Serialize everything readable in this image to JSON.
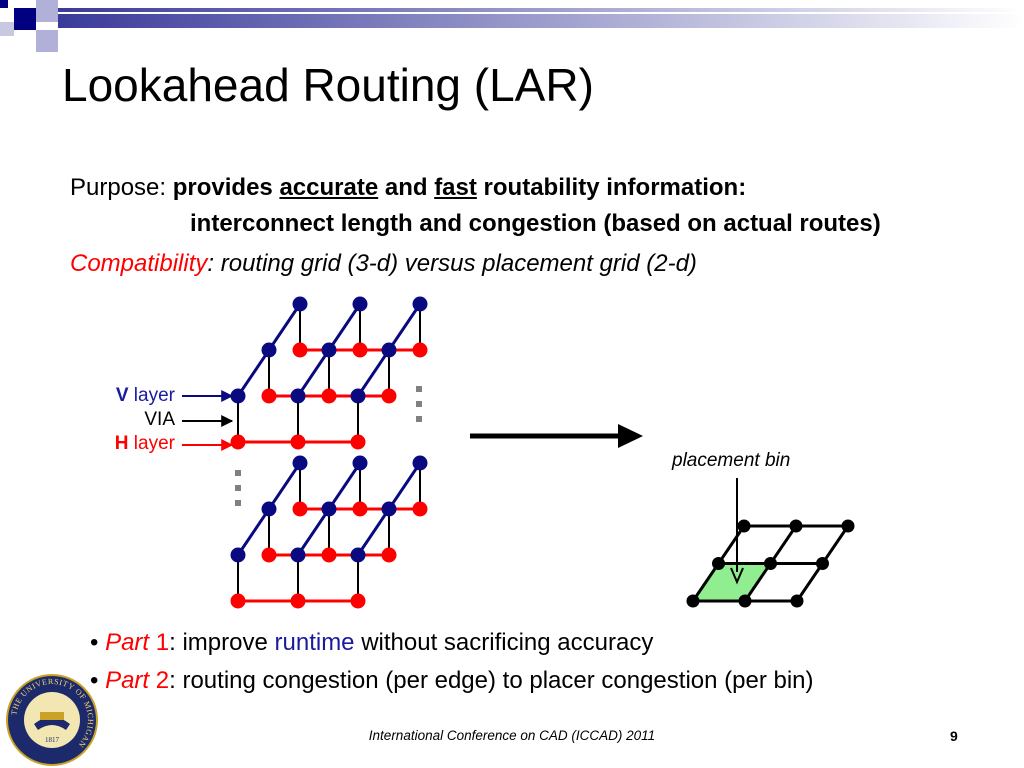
{
  "slide": {
    "title": "Lookahead Routing (LAR)",
    "purpose": {
      "label": "Purpose: ",
      "text_a": "provides ",
      "accurate": "accurate",
      "text_b": " and ",
      "fast": "fast",
      "text_c": " routability information:",
      "line2": "interconnect length and congestion (based on actual routes)"
    },
    "compatibility": {
      "label": "Compatibility",
      "text": ": routing grid (3-d) versus placement grid (2-d)"
    },
    "diagram": {
      "v_layer_letter": "V",
      "v_layer_word": " layer",
      "via": "VIA",
      "h_layer_letter": "H",
      "h_layer_word": " layer",
      "placement_bin": "placement bin"
    },
    "bullets": [
      {
        "prefix": "Part ",
        "num": "1",
        "colon": ": improve ",
        "highlight": "runtime",
        "rest": " without sacrificing accuracy"
      },
      {
        "prefix": "Part ",
        "num": "2",
        "colon": ": routing congestion (per edge) to placer congestion (per bin)"
      }
    ],
    "footer": "International Conference on CAD (ICCAD) 2011",
    "page_number": "9",
    "logo_text": "THE UNIVERSITY OF MICHIGAN",
    "logo_year": "1817"
  },
  "colors": {
    "v_layer": "#0a0a80",
    "h_layer": "#ff0000",
    "bin_fill": "#90ee90"
  }
}
